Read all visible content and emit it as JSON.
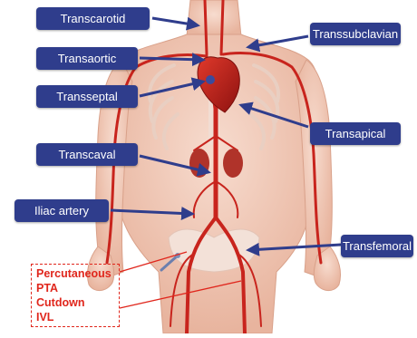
{
  "labels": {
    "transcarotid": "Transcarotid",
    "transaortic": "Transaortic",
    "transseptal": "Transseptal",
    "transcaval": "Transcaval",
    "iliac_artery": "Iliac artery",
    "transsubclavian": "Transsubclavian",
    "transapical": "Transapical",
    "transfemoral": "Transfemoral"
  },
  "percutaneous_box": {
    "line1": "Percutaneous",
    "line2": "PTA",
    "line3": "Cutdown",
    "line4": "IVL"
  },
  "colors": {
    "label_fill": "#2f3d8c",
    "arrow": "#2f3d8c",
    "vessel": "#c8241d",
    "body": "#f2c9b8",
    "highlight_text": "#e0261c"
  }
}
